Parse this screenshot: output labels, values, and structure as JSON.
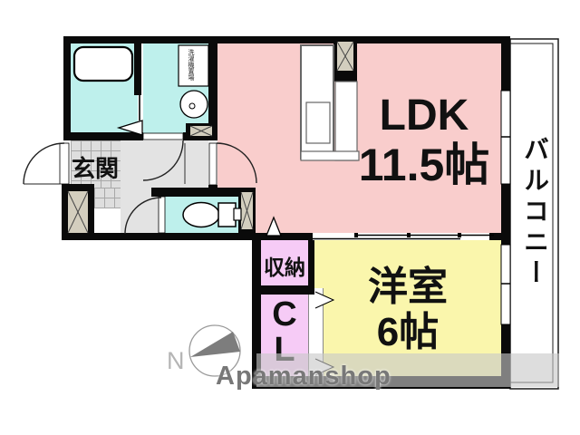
{
  "rooms": {
    "ldk": {
      "label": "LDK",
      "size": "11.5帖"
    },
    "western": {
      "label": "洋室",
      "size": "6帖"
    },
    "balcony": {
      "label": "バルコニー"
    },
    "entrance": {
      "label": "玄関"
    },
    "storage": {
      "label": "収納"
    },
    "closet": {
      "char1": "C",
      "char2": "L"
    },
    "laundry": {
      "label": "洗濯機置場"
    }
  },
  "compass": {
    "north_label": "N"
  },
  "watermark": {
    "label": "Apamanshop"
  },
  "colors": {
    "wall": "#0a0a0a",
    "ldk_fill": "#f9cdcc",
    "western_fill": "#faf6ac",
    "closet_fill": "#f6cbf6",
    "wet_fill": "#bef0ec",
    "hall_fill": "#e3e3e3",
    "tile_fill": "#dedede",
    "tile_line": "#a8a8a8",
    "pillar_fill": "#d3cebe",
    "watermark_band": "rgba(200,200,200,0.62)",
    "watermark_text": "#787878",
    "compass_gray": "#7d7d7d",
    "north_text": "#b5b5b5"
  }
}
